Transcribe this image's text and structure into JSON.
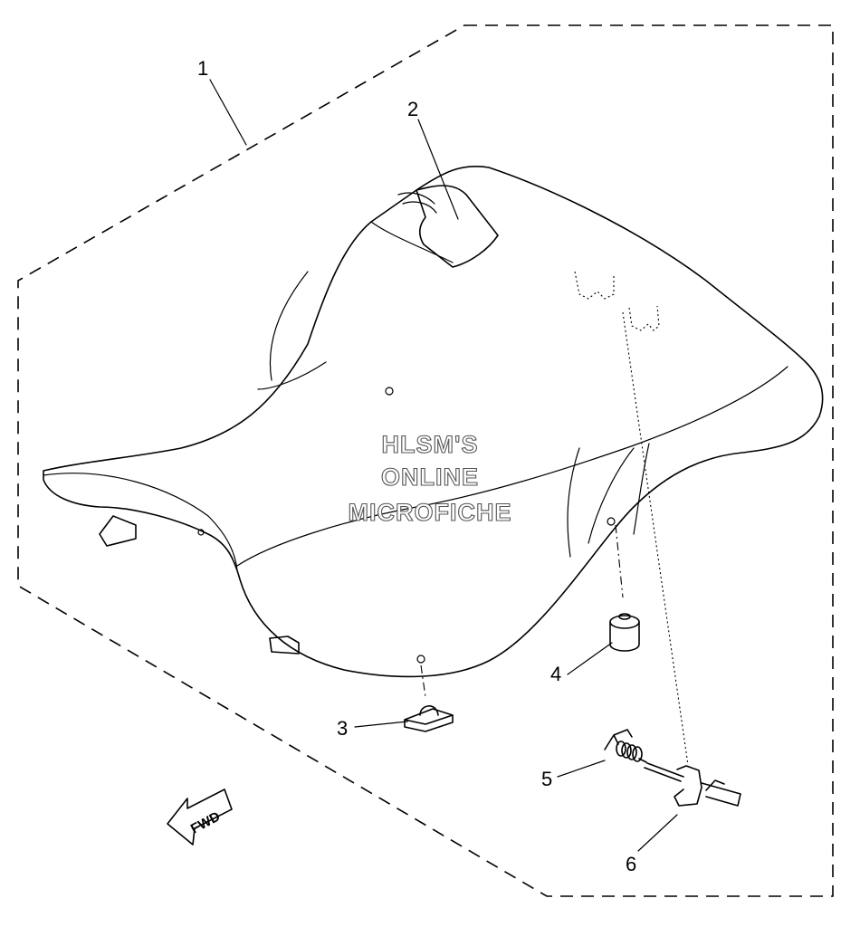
{
  "callouts": [
    {
      "id": "1",
      "label": "1"
    },
    {
      "id": "2",
      "label": "2"
    },
    {
      "id": "3",
      "label": "3"
    },
    {
      "id": "4",
      "label": "4"
    },
    {
      "id": "5",
      "label": "5"
    },
    {
      "id": "6",
      "label": "6"
    }
  ],
  "watermark": {
    "line1": "HLSM'S",
    "line2": "ONLINE",
    "line3": "MICROFICHE"
  },
  "direction_arrow": {
    "label": "FWD"
  }
}
